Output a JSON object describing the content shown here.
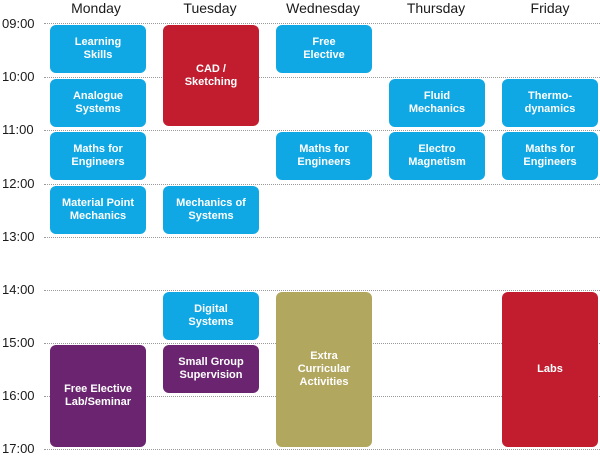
{
  "days": [
    "Monday",
    "Tuesday",
    "Wednesday",
    "Thursday",
    "Friday"
  ],
  "times": [
    "09:00",
    "10:00",
    "11:00",
    "12:00",
    "13:00",
    "14:00",
    "15:00",
    "16:00",
    "17:00"
  ],
  "events": {
    "mon_learning": "Learning\nSkills",
    "mon_analogue": "Analogue\nSystems",
    "mon_maths": "Maths for\nEngineers",
    "mon_material": "Material Point\nMechanics",
    "mon_free_lab": "Free Elective\nLab/Seminar",
    "tue_cad": "CAD /\nSketching",
    "tue_mechanics": "Mechanics of\nSystems",
    "tue_digital": "Digital\nSystems",
    "tue_small_group": "Small Group\nSupervision",
    "wed_free": "Free\nElective",
    "wed_maths": "Maths for\nEngineers",
    "wed_extra": "Extra\nCurricular\nActivities",
    "thu_fluid": "Fluid\nMechanics",
    "thu_electro": "Electro\nMagnetism",
    "fri_thermo": "Thermo-\ndynamics",
    "fri_maths": "Maths for\nEngineers",
    "fri_labs": "Labs"
  },
  "colors": {
    "blue": "#10a8e4",
    "red": "#c11d2e",
    "purple": "#6b2570",
    "olive": "#b2a75e"
  }
}
